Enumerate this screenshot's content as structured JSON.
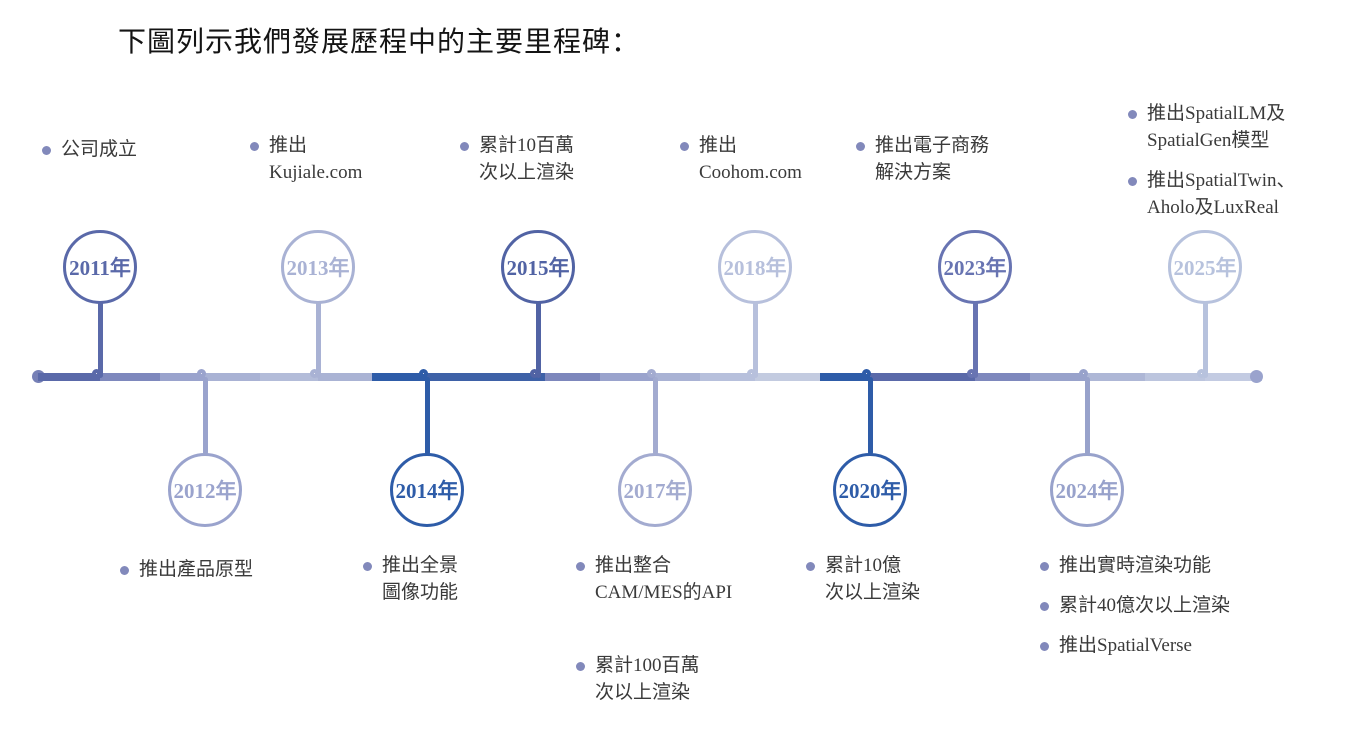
{
  "page": {
    "title": "下圖列示我們發展歷程中的主要里程碑："
  },
  "palette": {
    "bullet": "#8289bb",
    "label_text": "#3a3a3a",
    "endpoint_left": "#7680b6",
    "endpoint_right": "#9aa3cd",
    "background": "#ffffff"
  },
  "timeline": {
    "milestones": [
      {
        "year": "2011年",
        "side": "top",
        "color": "#5a69a9",
        "items": [
          "公司成立"
        ]
      },
      {
        "year": "2012年",
        "side": "bottom",
        "color": "#9aa3cd",
        "items": [
          "推出產品原型"
        ]
      },
      {
        "year": "2013年",
        "side": "top",
        "color": "#a9b2d4",
        "items": [
          "推出\nKujiale.com"
        ]
      },
      {
        "year": "2014年",
        "side": "bottom",
        "color": "#2e5ca8",
        "items": [
          "推出全景\n圖像功能"
        ]
      },
      {
        "year": "2015年",
        "side": "top",
        "color": "#5163a4",
        "items": [
          "累計10百萬\n次以上渲染"
        ]
      },
      {
        "year": "2017年",
        "side": "bottom",
        "color": "#a3abd0",
        "items": [
          "推出整合\nCAM/MES的API",
          "累計100百萬\n次以上渲染"
        ]
      },
      {
        "year": "2018年",
        "side": "top",
        "color": "#b7c0dc",
        "items": [
          "推出\nCoohom.com"
        ]
      },
      {
        "year": "2020年",
        "side": "bottom",
        "color": "#2e5ca8",
        "items": [
          "累計10億\n次以上渲染"
        ]
      },
      {
        "year": "2023年",
        "side": "top",
        "color": "#6874b2",
        "items": [
          "推出電子商務\n解決方案"
        ]
      },
      {
        "year": "2024年",
        "side": "bottom",
        "color": "#98a2cb",
        "items": [
          "推出實時渲染功能",
          "累計40億次以上渲染",
          "推出SpatialVerse"
        ]
      },
      {
        "year": "2025年",
        "side": "top",
        "color": "#b7c2dd",
        "items": [
          "推出SpatialLM及\nSpatialGen模型",
          "推出SpatialTwin、\nAholo及LuxReal"
        ]
      }
    ],
    "line_colors": [
      "#5a69a9",
      "#7e88bd",
      "#9aa3cd",
      "#a9b2d4",
      "#b3bcd9",
      "#aab3d4",
      "#2e5ca8",
      "#3e61a7",
      "#7d87bc",
      "#9aa3cd",
      "#a9b2d4",
      "#b7c0dc",
      "#c3cbe0",
      "#2e5ca8",
      "#5a69a9",
      "#7e88bd",
      "#98a2cb",
      "#aeb7d6",
      "#bcc5de",
      "#c3cbe2"
    ]
  }
}
